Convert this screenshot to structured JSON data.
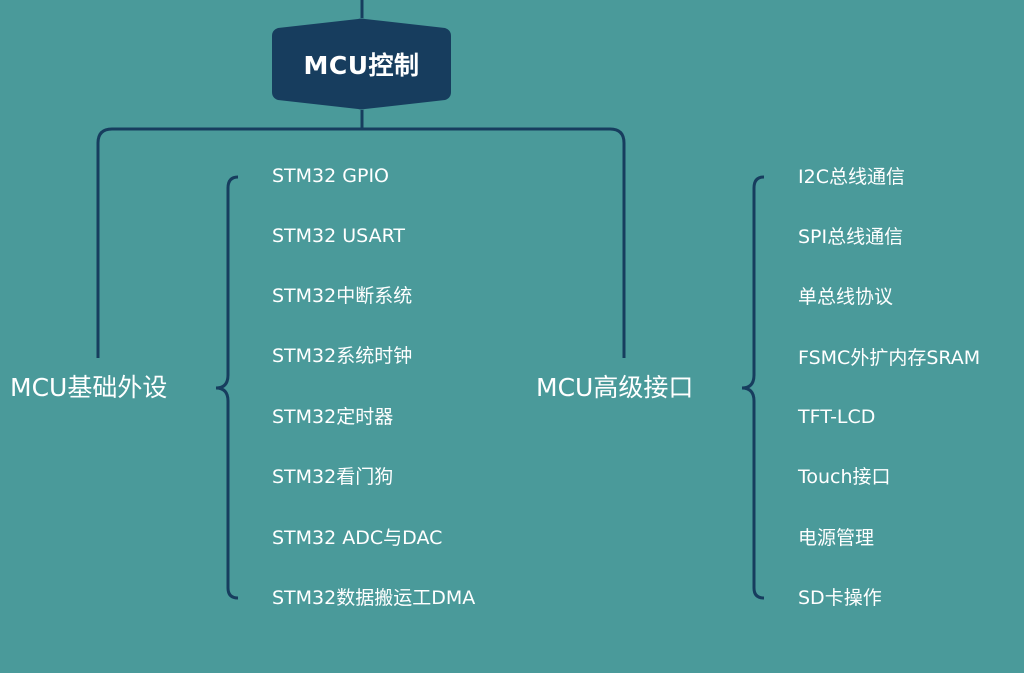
{
  "colors": {
    "background": "#4a9a9a",
    "node_fill": "#173d5e",
    "line": "#173d5e",
    "text": "#ffffff"
  },
  "root": {
    "label": "MCU控制"
  },
  "branches": [
    {
      "label": "MCU基础外设",
      "items": [
        "STM32 GPIO",
        "STM32 USART",
        "STM32中断系统",
        "STM32系统时钟",
        "STM32定时器",
        "STM32看门狗",
        "STM32 ADC与DAC",
        "STM32数据搬运工DMA"
      ]
    },
    {
      "label": "MCU高级接口",
      "items": [
        "I2C总线通信",
        "SPI总线通信",
        "单总线协议",
        "FSMC外扩内存SRAM",
        "TFT-LCD",
        "Touch接口",
        "电源管理",
        "SD卡操作"
      ]
    }
  ]
}
